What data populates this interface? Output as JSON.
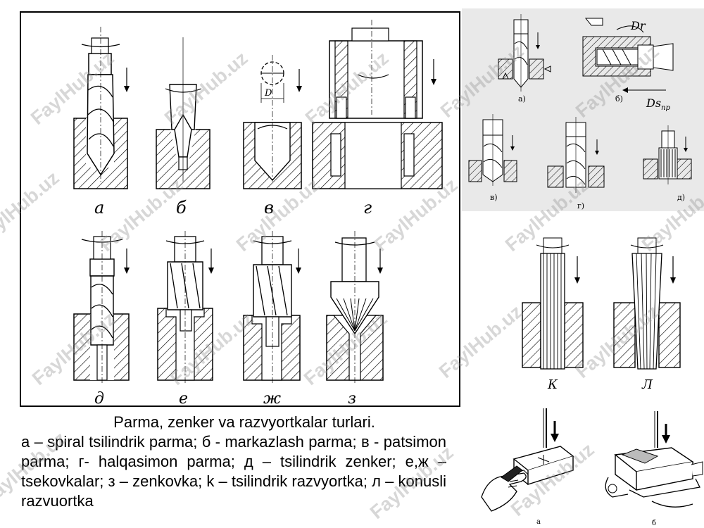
{
  "main_figure": {
    "labels": [
      "а",
      "б",
      "в",
      "г",
      "д",
      "е",
      "ж",
      "з"
    ],
    "dimension_label": "D"
  },
  "top_right_figure": {
    "labels": [
      "а)",
      "б)",
      "в)",
      "г)",
      "д)"
    ],
    "dr_label": "Dr",
    "ds_label": "Ds",
    "ds_sub": "пр"
  },
  "mid_right_figure": {
    "labels": [
      "К",
      "Л"
    ]
  },
  "bottom_right_figure": {
    "labels": [
      "а",
      "б"
    ]
  },
  "caption": {
    "title": "Parma, zenker va razvyortkalar turlari.",
    "body": "а – spiral tsilindrik parma; б - markazlash parma; в - patsimon parma;  г- halqasimon parma; д – tsilindrik zenker;  е,ж  –  tsekovkalar;  з  –  zenkovka;  k  –  tsilindrik razvyortka; л – konusli razvuortka"
  },
  "watermark": "FaylHub.uz"
}
